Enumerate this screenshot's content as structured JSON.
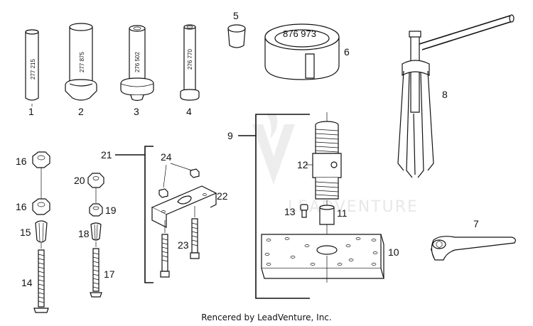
{
  "parts": {
    "p1": {
      "number": "1",
      "stamp": "277 215"
    },
    "p2": {
      "number": "2",
      "stamp": "277 875"
    },
    "p3": {
      "number": "3",
      "stamp": "276 502"
    },
    "p4": {
      "number": "4",
      "stamp": "276 770"
    },
    "p5": {
      "number": "5"
    },
    "p6": {
      "number": "6",
      "stamp": "876 973"
    },
    "p7": {
      "number": "7"
    },
    "p8": {
      "number": "8"
    },
    "p9": {
      "number": "9"
    },
    "p10": {
      "number": "10"
    },
    "p11": {
      "number": "11"
    },
    "p12": {
      "number": "12"
    },
    "p13": {
      "number": "13"
    },
    "p14": {
      "number": "14"
    },
    "p15": {
      "number": "15"
    },
    "p16a": {
      "number": "16"
    },
    "p16b": {
      "number": "16"
    },
    "p17": {
      "number": "17"
    },
    "p18": {
      "number": "18"
    },
    "p19": {
      "number": "19"
    },
    "p20": {
      "number": "20"
    },
    "p21": {
      "number": "21"
    },
    "p22": {
      "number": "22"
    },
    "p23": {
      "number": "23"
    },
    "p24": {
      "number": "24"
    }
  },
  "watermark": {
    "text": "LEADVENTURE"
  },
  "footer": {
    "credit": "Rencered by LeadVenture, Inc."
  },
  "colors": {
    "line": "#111111",
    "background": "#ffffff",
    "watermark": "#e6e6e6"
  }
}
